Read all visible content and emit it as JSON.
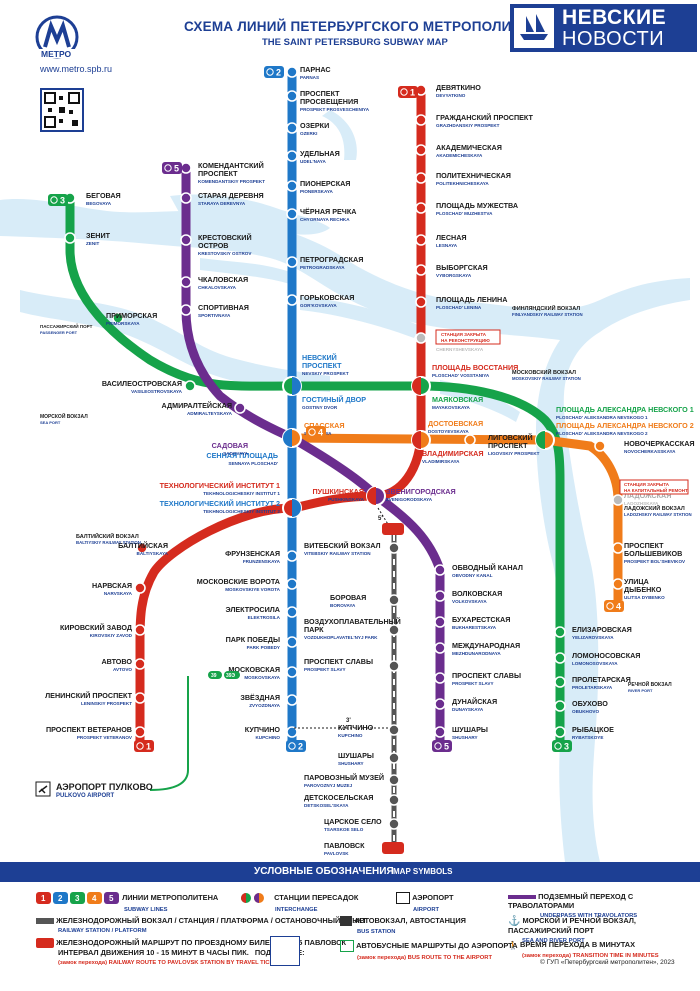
{
  "header": {
    "logo_word": "МЕТРО",
    "site": "www.metro.spb.ru",
    "title_ru": "СХЕМА ЛИНИЙ ПЕТЕРБУРГСКОГО МЕТРОПОЛИТЕНА",
    "title_en": "THE SAINT PETERSBURG SUBWAY MAP",
    "brand_line1": "НЕВСКИЕ",
    "brand_line2": "НОВОСТИ"
  },
  "colors": {
    "line1": "#d52b1e",
    "line2": "#1f78c8",
    "line3": "#16a34a",
    "line4": "#f07c1a",
    "line5": "#6b2d8e",
    "water": "#d8ecf8",
    "brand": "#1d3f94",
    "rail": "#555555"
  },
  "line_badges": [
    {
      "id": "l2-top",
      "num": "2",
      "color": "#1f78c8"
    },
    {
      "id": "l1-top",
      "num": "1",
      "color": "#d52b1e"
    },
    {
      "id": "l5-top",
      "num": "5",
      "color": "#6b2d8e"
    },
    {
      "id": "l3-top",
      "num": "3",
      "color": "#16a34a"
    },
    {
      "id": "l4-mid",
      "num": "4",
      "color": "#f07c1a"
    },
    {
      "id": "l4-bot",
      "num": "4",
      "color": "#f07c1a"
    },
    {
      "id": "l1-bot",
      "num": "1",
      "color": "#d52b1e"
    },
    {
      "id": "l2-bot",
      "num": "2",
      "color": "#1f78c8"
    },
    {
      "id": "l5-bot",
      "num": "5",
      "color": "#6b2d8e"
    },
    {
      "id": "l3-bot",
      "num": "3",
      "color": "#16a34a"
    }
  ],
  "stations": [
    {
      "ru": "ПАРНАС",
      "en": "PARNAS"
    },
    {
      "ru": "ПРОСПЕКТ",
      "ru2": "ПРОСВЕЩЕНИЯ",
      "en": "PROSPEKT PROSVESCHENIYA"
    },
    {
      "ru": "ОЗЕРКИ",
      "en": "OZERKI"
    },
    {
      "ru": "УДЕЛЬНАЯ",
      "en": "UDEL'NAYA"
    },
    {
      "ru": "ПИОНЕРСКАЯ",
      "en": "PIONERSKAYA"
    },
    {
      "ru": "ЧЁРНАЯ РЕЧКА",
      "en": "CHYORNAYA RECHKA"
    },
    {
      "ru": "ПЕТРОГРАДСКАЯ",
      "en": "PETROGRADSKAYA"
    },
    {
      "ru": "ГОРЬКОВСКАЯ",
      "en": "GOR'KOVSKAYA"
    },
    {
      "ru": "НЕВСКИЙ",
      "ru2": "ПРОСПЕКТ",
      "en": "NEVSKIY PROSPEKT"
    },
    {
      "ru": "ГОСТИНЫЙ ДВОР",
      "en": "GOSTINY DVOR"
    },
    {
      "ru": "СЕННАЯ ПЛОЩАДЬ",
      "en": "SENNAYA PLOSCHAD'"
    },
    {
      "ru": "ТЕХНОЛОГИЧЕСКИЙ ИНСТИТУТ 1",
      "en": "TEKHNOLOGICHESKIY INSTITUT 1"
    },
    {
      "ru": "ТЕХНОЛОГИЧЕСКИЙ ИНСТИТУТ 2",
      "en": "TEKHNOLOGICHESKIY INSTITUT 2"
    },
    {
      "ru": "ФРУНЗЕНСКАЯ",
      "en": "FRUNZENSKAYA"
    },
    {
      "ru": "МОСКОВСКИЕ ВОРОТА",
      "en": "MOSKOVSKIYE VOROTA"
    },
    {
      "ru": "ЭЛЕКТРОСИЛА",
      "en": "ELEKTROSILA"
    },
    {
      "ru": "ПАРК ПОБЕДЫ",
      "en": "PARK POBEDY"
    },
    {
      "ru": "МОСКОВСКАЯ",
      "en": "MOSKOVSKAYA"
    },
    {
      "ru": "ЗВЁЗДНАЯ",
      "en": "ZVYOZDNAYA"
    },
    {
      "ru": "КУПЧИНО",
      "en": "KUPCHINO"
    },
    {
      "ru": "ДЕВЯТКИНО",
      "en": "DEVYATKINO"
    },
    {
      "ru": "ГРАЖДАНСКИЙ ПРОСПЕКТ",
      "en": "GRAZHDANSKIY PROSPEKT"
    },
    {
      "ru": "АКАДЕМИЧЕСКАЯ",
      "en": "AKADEMICHESKAYA"
    },
    {
      "ru": "ПОЛИТЕХНИЧЕСКАЯ",
      "en": "POLITEKHNICHESKAYA"
    },
    {
      "ru": "ПЛОЩАДЬ МУЖЕСТВА",
      "en": "PLOSCHAD' MUZHESTVA"
    },
    {
      "ru": "ЛЕСНАЯ",
      "en": "LESNAYA"
    },
    {
      "ru": "ВЫБОРГСКАЯ",
      "en": "VYBORGSKAYA"
    },
    {
      "ru": "ПЛОЩАДЬ ЛЕНИНА",
      "en": "PLOSCHAD' LENINA"
    },
    {
      "ru": "ЧЕРНЫШЕВСКАЯ",
      "en": "CHERNYSHEVSKAYA"
    },
    {
      "ru": "ПЛОЩАДЬ ВОССТАНИЯ",
      "en": "PLOSCHAD' VOSSTANIYA"
    },
    {
      "ru": "МАЯКОВСКАЯ",
      "en": "MAYAKOVSKAYA"
    },
    {
      "ru": "ВЛАДИМИРСКАЯ",
      "en": "VLADIMIRSKAYA"
    },
    {
      "ru": "ПУШКИНСКАЯ",
      "en": "PUSHKINSKAYA"
    },
    {
      "ru": "БАЛТИЙСКАЯ",
      "en": "BALTIYSKAYA"
    },
    {
      "ru": "НАРВСКАЯ",
      "en": "NARVSKAYA"
    },
    {
      "ru": "КИРОВСКИЙ ЗАВОД",
      "en": "KIROVSKIY ZAVOD"
    },
    {
      "ru": "АВТОВО",
      "en": "AVTOVO"
    },
    {
      "ru": "ЛЕНИНСКИЙ ПРОСПЕКТ",
      "en": "LENINSKIY PROSPEKT"
    },
    {
      "ru": "ПРОСПЕКТ ВЕТЕРАНОВ",
      "en": "PROSPEKT VETERANOV"
    },
    {
      "ru": "КОМЕНДАНТСКИЙ",
      "ru2": "ПРОСПЕКТ",
      "en": "KOMENDANTSKIY PROSPEKT"
    },
    {
      "ru": "СТАРАЯ ДЕРЕВНЯ",
      "en": "STARAYA DEREVNYA"
    },
    {
      "ru": "КРЕСТОВСКИЙ",
      "ru2": "ОСТРОВ",
      "en": "KRESTOVSKIY OSTROV"
    },
    {
      "ru": "ЧКАЛОВСКАЯ",
      "en": "CHKALOVSKAYA"
    },
    {
      "ru": "СПОРТИВНАЯ",
      "en": "SPORTIVNAYA"
    },
    {
      "ru": "АДМИРАЛТЕЙСКАЯ",
      "en": "ADMIRALTEYSKAYA"
    },
    {
      "ru": "САДОВАЯ",
      "en": "SADOVAYA"
    },
    {
      "ru": "ЗВЕНИГОРОДСКАЯ",
      "en": "ZVENIGORODSKAYA"
    },
    {
      "ru": "ОБВОДНЫЙ КАНАЛ",
      "en": "OBVODNY KANAL"
    },
    {
      "ru": "ВОЛКОВСКАЯ",
      "en": "VOLKOVSKAYA"
    },
    {
      "ru": "БУХАРЕСТСКАЯ",
      "en": "BUKHARESTSKAYA"
    },
    {
      "ru": "МЕЖДУНАРОДНАЯ",
      "en": "MEZHDUNARODNAYA"
    },
    {
      "ru": "ПРОСПЕКТ СЛАВЫ",
      "en": "PROSPEKT SLAVY"
    },
    {
      "ru": "ДУНАЙСКАЯ",
      "en": "DUNAYSKAYA"
    },
    {
      "ru": "ШУШАРЫ",
      "en": "SHUSHARY"
    },
    {
      "ru": "БЕГОВАЯ",
      "en": "BEGOVAYA"
    },
    {
      "ru": "ЗЕНИТ",
      "en": "ZENIT"
    },
    {
      "ru": "ПРИМОРСКАЯ",
      "en": "PRIMORSKAYA"
    },
    {
      "ru": "ВАСИЛЕОСТРОВСКАЯ",
      "en": "VASILEOSTROVSKAYA"
    },
    {
      "ru": "ПЛОЩАДЬ АЛЕКСАНДРА НЕВСКОГО 1",
      "en": "PLOSCHAD' ALEKSANDRA NEVSKOGO 1"
    },
    {
      "ru": "ПЛОЩАДЬ АЛЕКСАНДРА НЕВСКОГО 2",
      "en": "PLOSCHAD' ALEKSANDRA NEVSKOGO 2"
    },
    {
      "ru": "ЕЛИЗАРОВСКАЯ",
      "en": "YELIZAROVSKAYA"
    },
    {
      "ru": "ЛОМОНОСОВСКАЯ",
      "en": "LOMONOSOVSKAYA"
    },
    {
      "ru": "ПРОЛЕТАРСКАЯ",
      "en": "PROLETARSKAYA"
    },
    {
      "ru": "ОБУХОВО",
      "en": "OBUKHOVO"
    },
    {
      "ru": "РЫБАЦКОЕ",
      "en": "RYBATSKOYE"
    },
    {
      "ru": "СПАССКАЯ",
      "en": "SPASSKAYA"
    },
    {
      "ru": "ДОСТОЕВСКАЯ",
      "en": "DOSTOYEVSKAYA"
    },
    {
      "ru": "ЛИГОВСКИЙ",
      "ru2": "ПРОСПЕКТ",
      "en": "LIGOVSKIY PROSPEKT"
    },
    {
      "ru": "НОВОЧЕРКАССКАЯ",
      "en": "NOVOCHERKASSKAYA"
    },
    {
      "ru": "ЛАДОЖСКАЯ",
      "en": "LADOZHSKAYA"
    },
    {
      "ru": "ПРОСПЕКТ",
      "ru2": "БОЛЬШЕВИКОВ",
      "en": "PROSPEKT BOL'SHEVIKOV"
    },
    {
      "ru": "УЛИЦА",
      "ru2": "ДЫБЕНКО",
      "en": "ULITSA DYBENKO"
    },
    {
      "ru": "ВИТЕБСКИЙ ВОКЗАЛ",
      "en": "VITEBSKIY RAILWAY STATION"
    },
    {
      "ru": "БОРОВАЯ",
      "en": "BOROVAYA"
    },
    {
      "ru": "ВОЗДУХОПЛАВАТЕЛЬНЫЙ",
      "ru2": "ПАРК",
      "en": "VOZDUKHOPLAVATEL'NYJ PARK"
    },
    {
      "ru": "ПРОСПЕКТ СЛАВЫ",
      "en": "PROSPEKT SLAVY"
    },
    {
      "ru": "КУПЧИНО",
      "en": "KUPCHINO"
    },
    {
      "ru": "ШУШАРЫ",
      "en": "SHUSHARY"
    },
    {
      "ru": "ПАРОВОЗНЫЙ МУЗЕЙ",
      "en": "PAROVOZNYJ MUZEJ"
    },
    {
      "ru": "ДЕТСКОСЕЛЬСКАЯ",
      "en": "DETSKOSEL'SKAYA"
    },
    {
      "ru": "ЦАРСКОЕ СЕЛО",
      "en": "TSARSKOE SELO"
    },
    {
      "ru": "ПАВЛОВСК",
      "en": "PAVLOVSK"
    },
    {
      "ru": "АЭРОПОРТ ПУЛКОВО",
      "en": "PULKOVO AIRPORT"
    }
  ],
  "annotations": {
    "closed_cher_1": "СТАНЦИЯ ЗАКРЫТА",
    "closed_cher_2": "НА РЕКОНСТРУКЦИЮ",
    "closed_lad_1": "СТАНЦИЯ ЗАКРЫТА",
    "closed_lad_2": "НА КАПИТАЛЬНЫЙ РЕМОНТ",
    "finland_ru": "ФИНЛЯНДСКИЙ ВОКЗАЛ",
    "finland_en": "FINLYANDSKIY RAILWAY STATION",
    "moskovsky_ru": "МОСКОВСКИЙ ВОКЗАЛ",
    "moskovsky_en": "MOSKOVSKIY RAILWAY STATION",
    "baltiysky_ru": "БАЛТИЙСКИЙ ВОКЗАЛ",
    "baltiysky_en": "BALTIYSKIY RAILWAY STATION",
    "ladozhsky_ru": "ЛАДОЖСКИЙ ВОКЗАЛ",
    "ladozhsky_en": "LADOZHSKIY RAILWAY STATION",
    "passport_ru": "ПАССАЖИРСКИЙ ПОРТ",
    "passport_en": "PASSENGER PORT",
    "seaport_ru": "МОРСКОЙ ВОКЗАЛ",
    "seaport_en": "SEA PORT",
    "riverport_ru": "РЕЧНОЙ ВОКЗАЛ",
    "riverport_en": "RIVER PORT",
    "bus_39": "39",
    "bus_39e": "39Э",
    "walk_3": "3'",
    "walk_5": "5'"
  },
  "legend": {
    "title_ru": "УСЛОВНЫЕ ОБОЗНАЧЕНИЯ",
    "title_en": "MAP SYMBOLS",
    "lines_ru": "ЛИНИИ МЕТРОПОЛИТЕНА",
    "lines_en": "SUBWAY LINES",
    "interchange_ru": "СТАНЦИИ ПЕРЕСАДОК",
    "interchange_en": "INTERCHANGE",
    "airport_ru": "АЭРОПОРТ",
    "airport_en": "AIRPORT",
    "underpass_ru": "ПОДЗЕМНЫЙ ПЕРЕХОД С ТРАВОЛАТОРАМИ",
    "underpass_en": "UNDERPASS WITH TRAVOLATORS",
    "rail_ru": "ЖЕЛЕЗНОДОРОЖНЫЙ ВОКЗАЛ / СТАНЦИЯ / ПЛАТФОРМА / ОСТАНОВОЧНЫЙ ПУНКТ",
    "rail_en": "RAILWAY STATION / PLATFORM",
    "busst_ru": "АВТОВОКЗАЛ, АВТОСТАНЦИЯ",
    "busst_en": "BUS STATION",
    "seariver_ru": "МОРСКОЙ И РЕЧНОЙ ВОКЗАЛ, ПАССАЖИРСКИЙ ПОРТ",
    "seariver_en": "SEA AND RIVER PORT",
    "route_ru1": "ЖЕЛЕЗНОДОРОЖНЫЙ МАРШРУТ ПО ПРОЕЗДНОМУ БИЛЕТУ ЕКБ-5 ПАВЛОВСК",
    "route_ru2": "ИНТЕРВАЛ ДВИЖЕНИЯ 10 - 15 МИНУТ В ЧАСЫ ПИК.",
    "route_more": "ПОДРОБНЕЕ:",
    "route_en": "(замок перехода) RAILWAY ROUTE TO PAVLOVSK STATION BY TRAVEL TICKET ЕКБ-5",
    "airbus_ru": "АВТОБУСНЫЕ МАРШРУТЫ ДО АЭРОПОРТА",
    "airbus_en": "(замок перехода) BUS ROUTE TO THE AIRPORT",
    "time_ru": "ВРЕМЯ ПЕРЕХОДА В МИНУТАХ",
    "time_en": "(замок перехода) TRANSITION TIME IN MINUTES",
    "copyright": "© ГУП «Петербургский метрополитен», 2023",
    "nums": [
      "1",
      "2",
      "3",
      "4",
      "5"
    ]
  }
}
